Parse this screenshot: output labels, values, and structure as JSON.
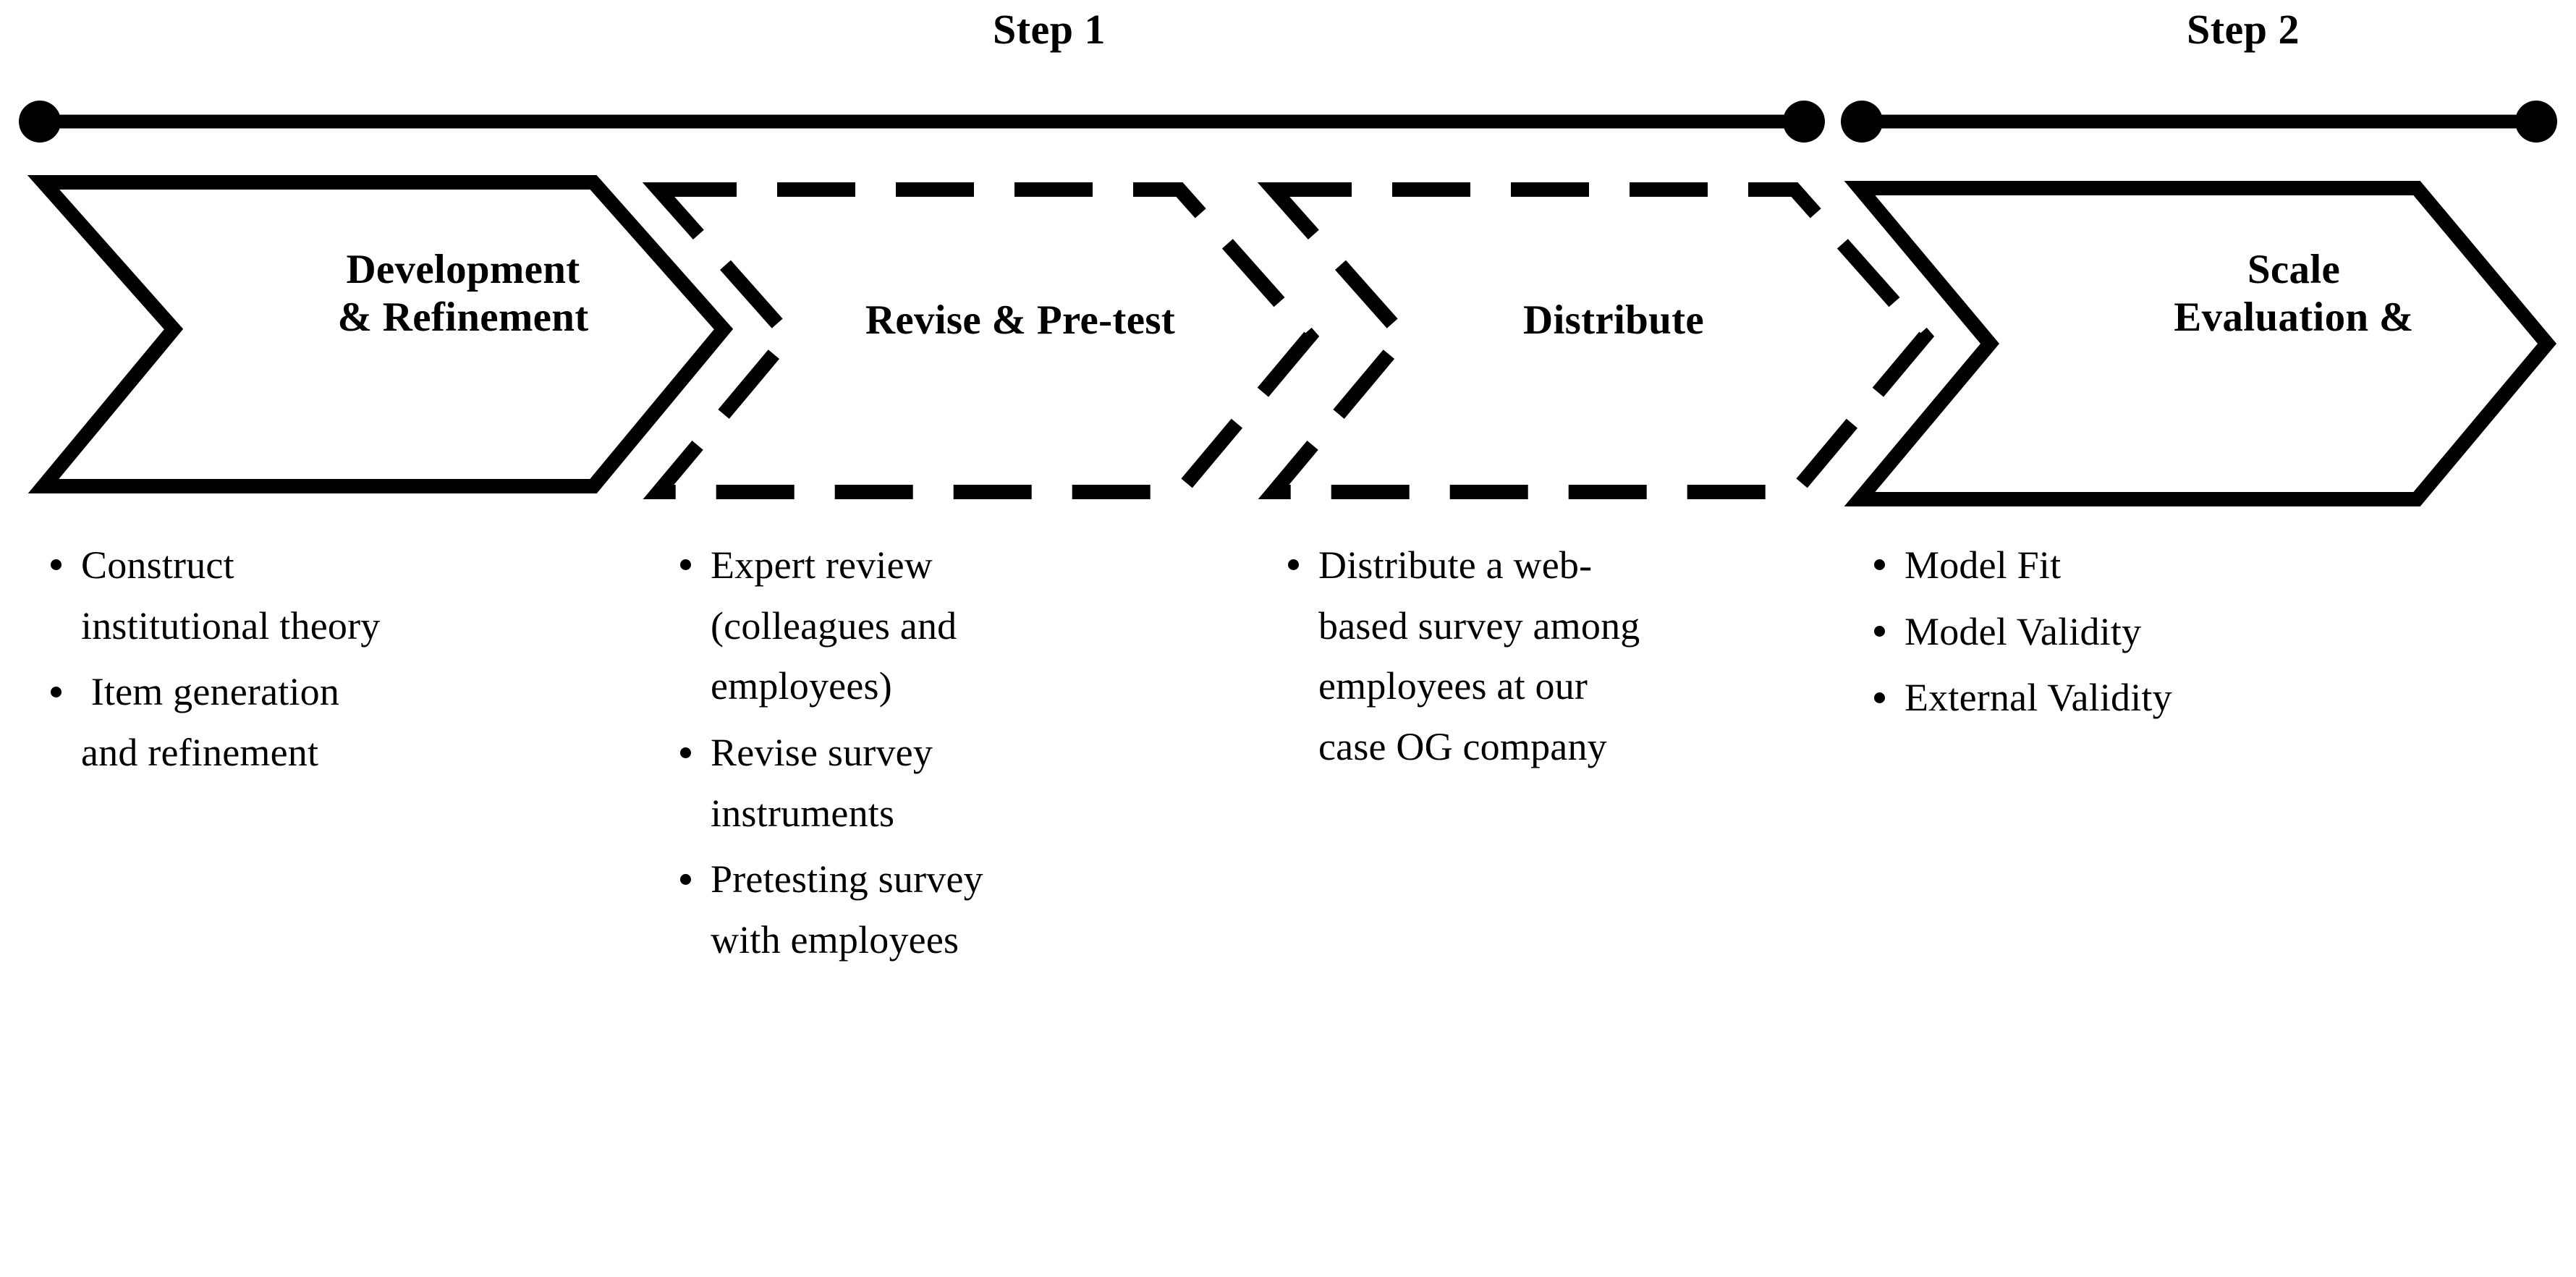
{
  "colors": {
    "ink": "#000000",
    "background": "#ffffff"
  },
  "timeline": {
    "steps": [
      {
        "label": "Step 1"
      },
      {
        "label": "Step 2"
      }
    ],
    "marker_icon": "circle-node-icon",
    "connector_icon": "horizontal-line-icon"
  },
  "stages": [
    {
      "label": "Development\n& Refinement",
      "style": "solid",
      "bullets": [
        "Construct\ninstitutional theory",
        " Item generation\nand refinement"
      ]
    },
    {
      "label": "Revise & Pre-test",
      "style": "dashed",
      "bullets": [
        "Expert review\n(colleagues and\nemployees)",
        "Revise survey\ninstruments",
        "Pretesting survey\nwith employees"
      ]
    },
    {
      "label": "Distribute",
      "style": "dashed",
      "bullets": [
        "Distribute a web-\nbased survey among\nemployees at our\ncase OG company"
      ]
    },
    {
      "label": "Scale\nEvaluation &",
      "style": "solid",
      "bullets": [
        "Model Fit",
        "Model Validity",
        "External Validity"
      ]
    }
  ]
}
